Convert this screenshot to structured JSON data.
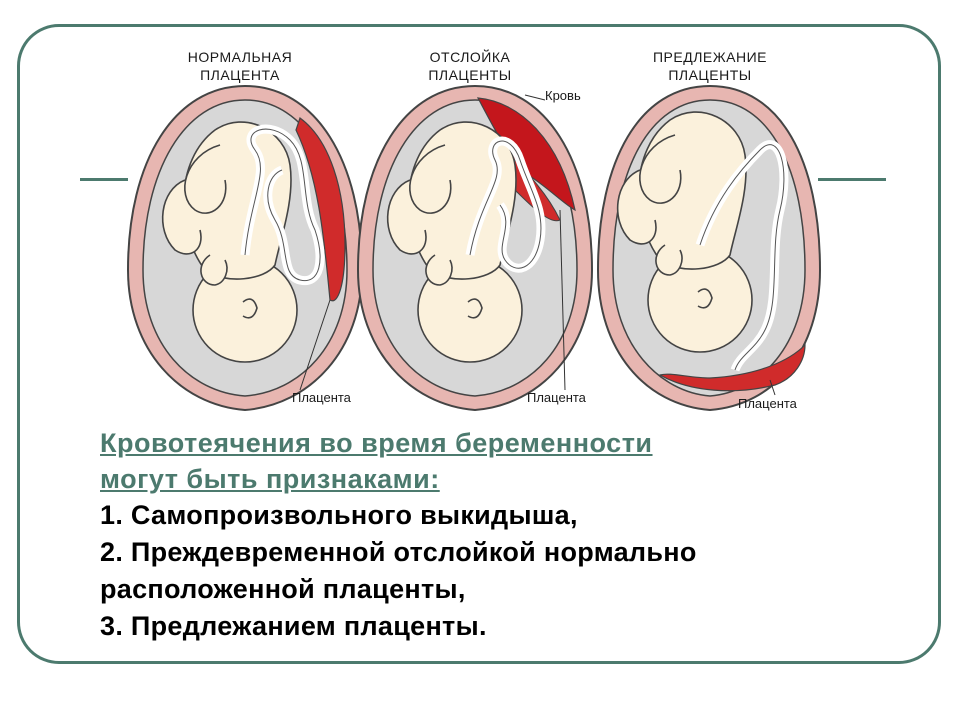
{
  "diagrams": [
    {
      "title_line1": "НОРМАЛЬНАЯ",
      "title_line2": "ПЛАЦЕНТА",
      "placenta_label": "Плацента"
    },
    {
      "title_line1": "ОТСЛОЙКА",
      "title_line2": "ПЛАЦЕНТЫ",
      "placenta_label": "Плацента",
      "blood_label": "Кровь"
    },
    {
      "title_line1": "ПРЕДЛЕЖАНИЕ",
      "title_line2": "ПЛАЦЕНТЫ",
      "placenta_label": "Плацента"
    }
  ],
  "text": {
    "heading_line1": "Кровотеячения во время беременности",
    "heading_line2": "могут быть признаками:",
    "items": [
      "1. Самопроизвольного выкидыша,",
      "2. Преждевременной отслойкой нормально",
      "расположенной плаценты,",
      "3. Предлежанием плаценты."
    ]
  },
  "colors": {
    "frame": "#4c7a6e",
    "uterus": "#e7b6b1",
    "amniotic": "#d7d7d7",
    "fetus": "#fbf1dc",
    "placenta": "#d02b2b",
    "blood": "#c4161c"
  }
}
